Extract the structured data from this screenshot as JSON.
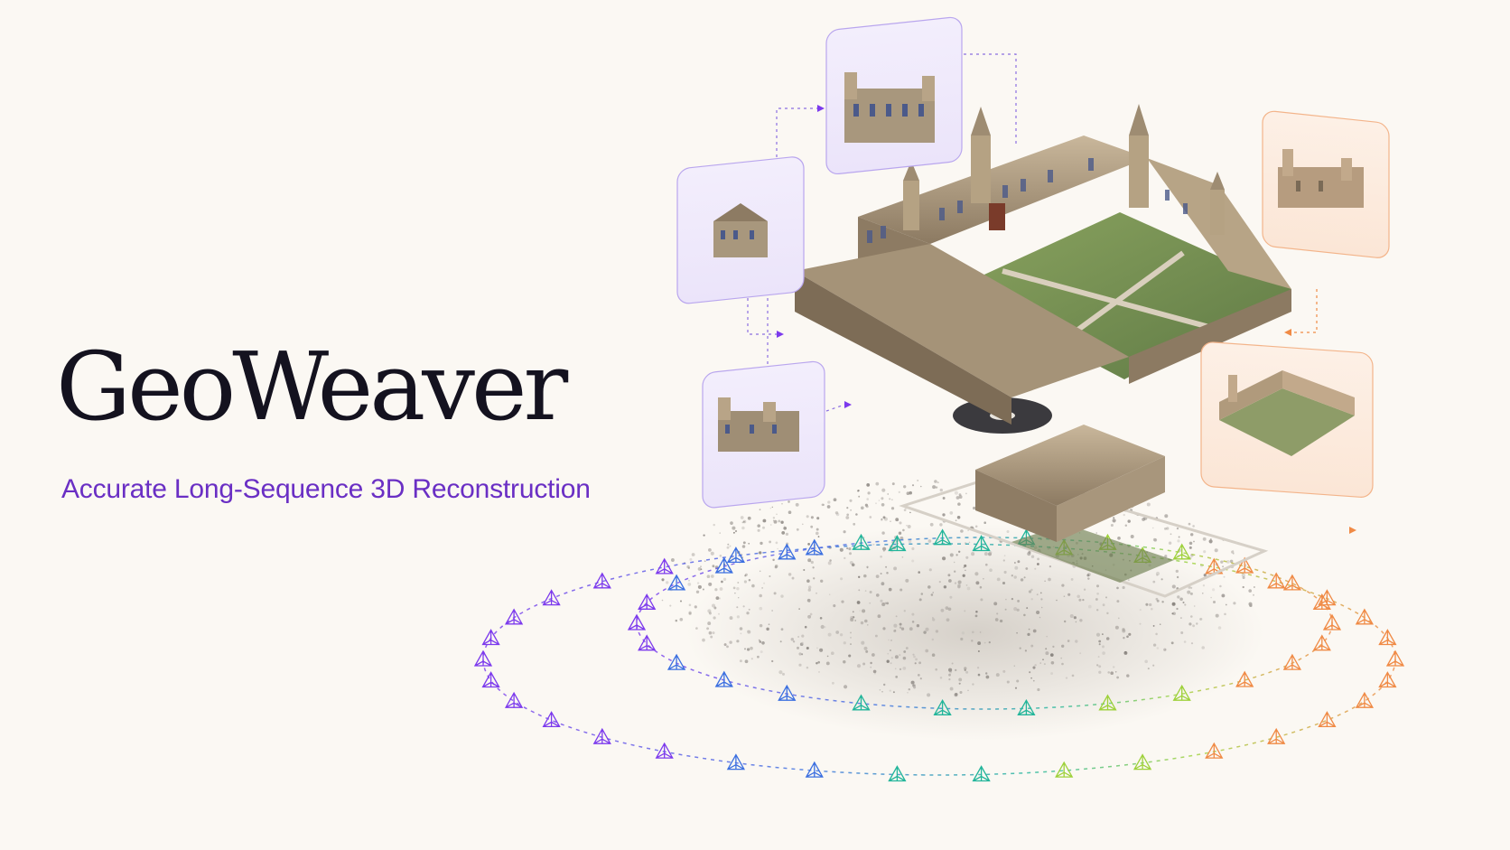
{
  "hero": {
    "title": "GeoWeaver",
    "subtitle": "Accurate Long-Sequence 3D Reconstruction"
  },
  "colors": {
    "background": "#fbf8f3",
    "title": "#14121f",
    "subtitle": "#6a2fc4",
    "panel_purple": "#8b6fe0",
    "panel_orange": "#f08a45",
    "trajectory_gradient": [
      "#7c3aed",
      "#3b6fe0",
      "#22b59a",
      "#9ed13a",
      "#f08a45"
    ]
  },
  "illustration": {
    "scene": "gothic-college-quad-point-cloud",
    "view_panels": [
      {
        "tint": "purple",
        "icon": "building-view-icon"
      },
      {
        "tint": "purple",
        "icon": "building-view-icon"
      },
      {
        "tint": "purple",
        "icon": "building-view-icon"
      },
      {
        "tint": "orange",
        "icon": "building-view-icon"
      },
      {
        "tint": "orange",
        "icon": "building-view-icon"
      }
    ],
    "camera_icon": "camera-frustum-icon"
  }
}
